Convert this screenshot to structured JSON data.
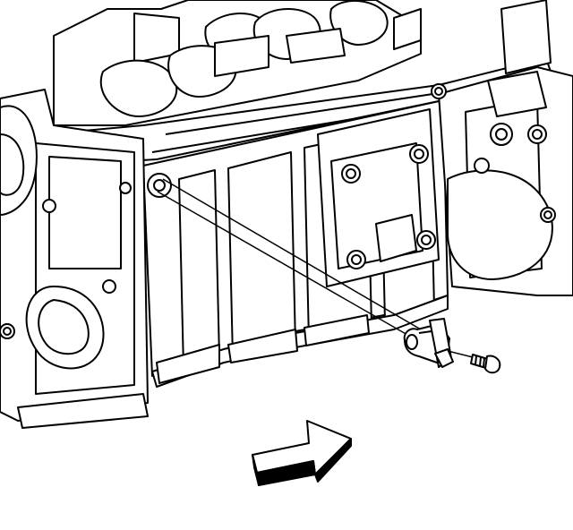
{
  "diagram": {
    "subject": "engine-block-sensor-installation",
    "line_color": "#000000",
    "fill_color": "#ffffff",
    "parts": [
      {
        "name": "cylinder-block",
        "icon": "engine-block-icon"
      },
      {
        "name": "camshaft-sensor",
        "icon": "sensor-icon"
      },
      {
        "name": "mounting-bolt",
        "icon": "bolt-icon"
      },
      {
        "name": "direction-arrow",
        "icon": "arrow-right-icon"
      }
    ]
  }
}
